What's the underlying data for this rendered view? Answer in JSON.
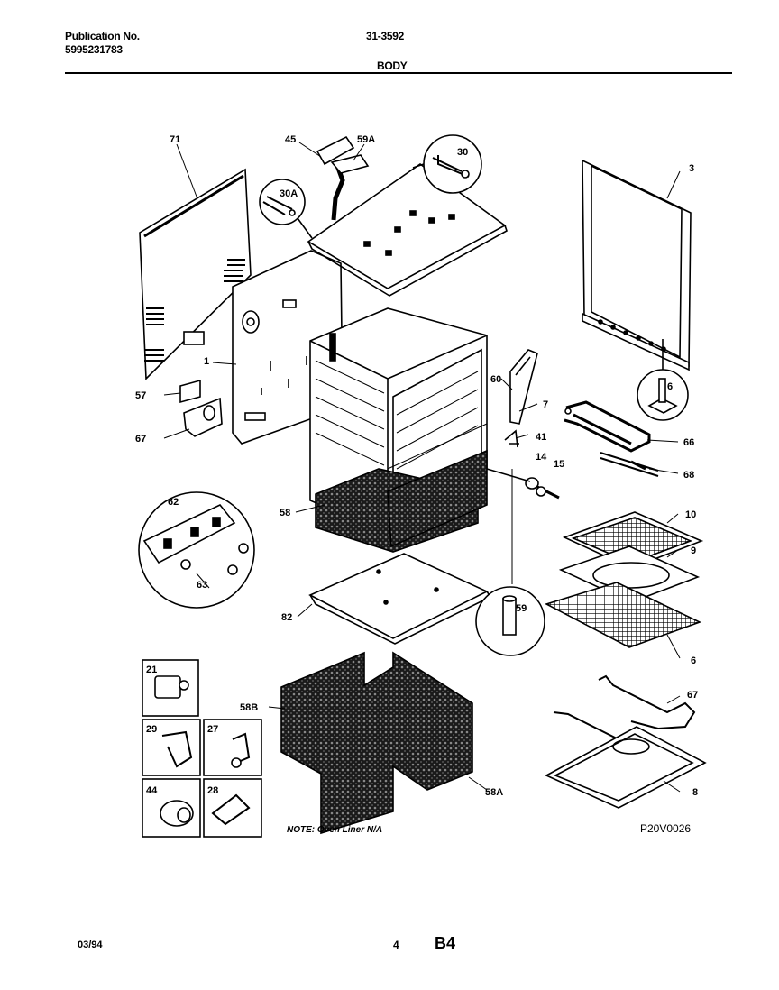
{
  "header": {
    "publication_label": "Publication No.",
    "publication_number": "5995231783",
    "model": "31-3592",
    "section": "BODY"
  },
  "callouts": [
    "71",
    "45",
    "59A",
    "30",
    "3",
    "30A",
    "1",
    "57",
    "67",
    "60",
    "7",
    "6",
    "41",
    "66",
    "14",
    "15",
    "68",
    "62",
    "58",
    "10",
    "9",
    "63",
    "82",
    "59",
    "6",
    "21",
    "58B",
    "67",
    "29",
    "27",
    "44",
    "28",
    "58A",
    "8"
  ],
  "note": "NOTE: Oven Liner N/A",
  "diagram_code": "P20V0026",
  "footer": {
    "date": "03/94",
    "page": "4",
    "section_code": "B4"
  }
}
